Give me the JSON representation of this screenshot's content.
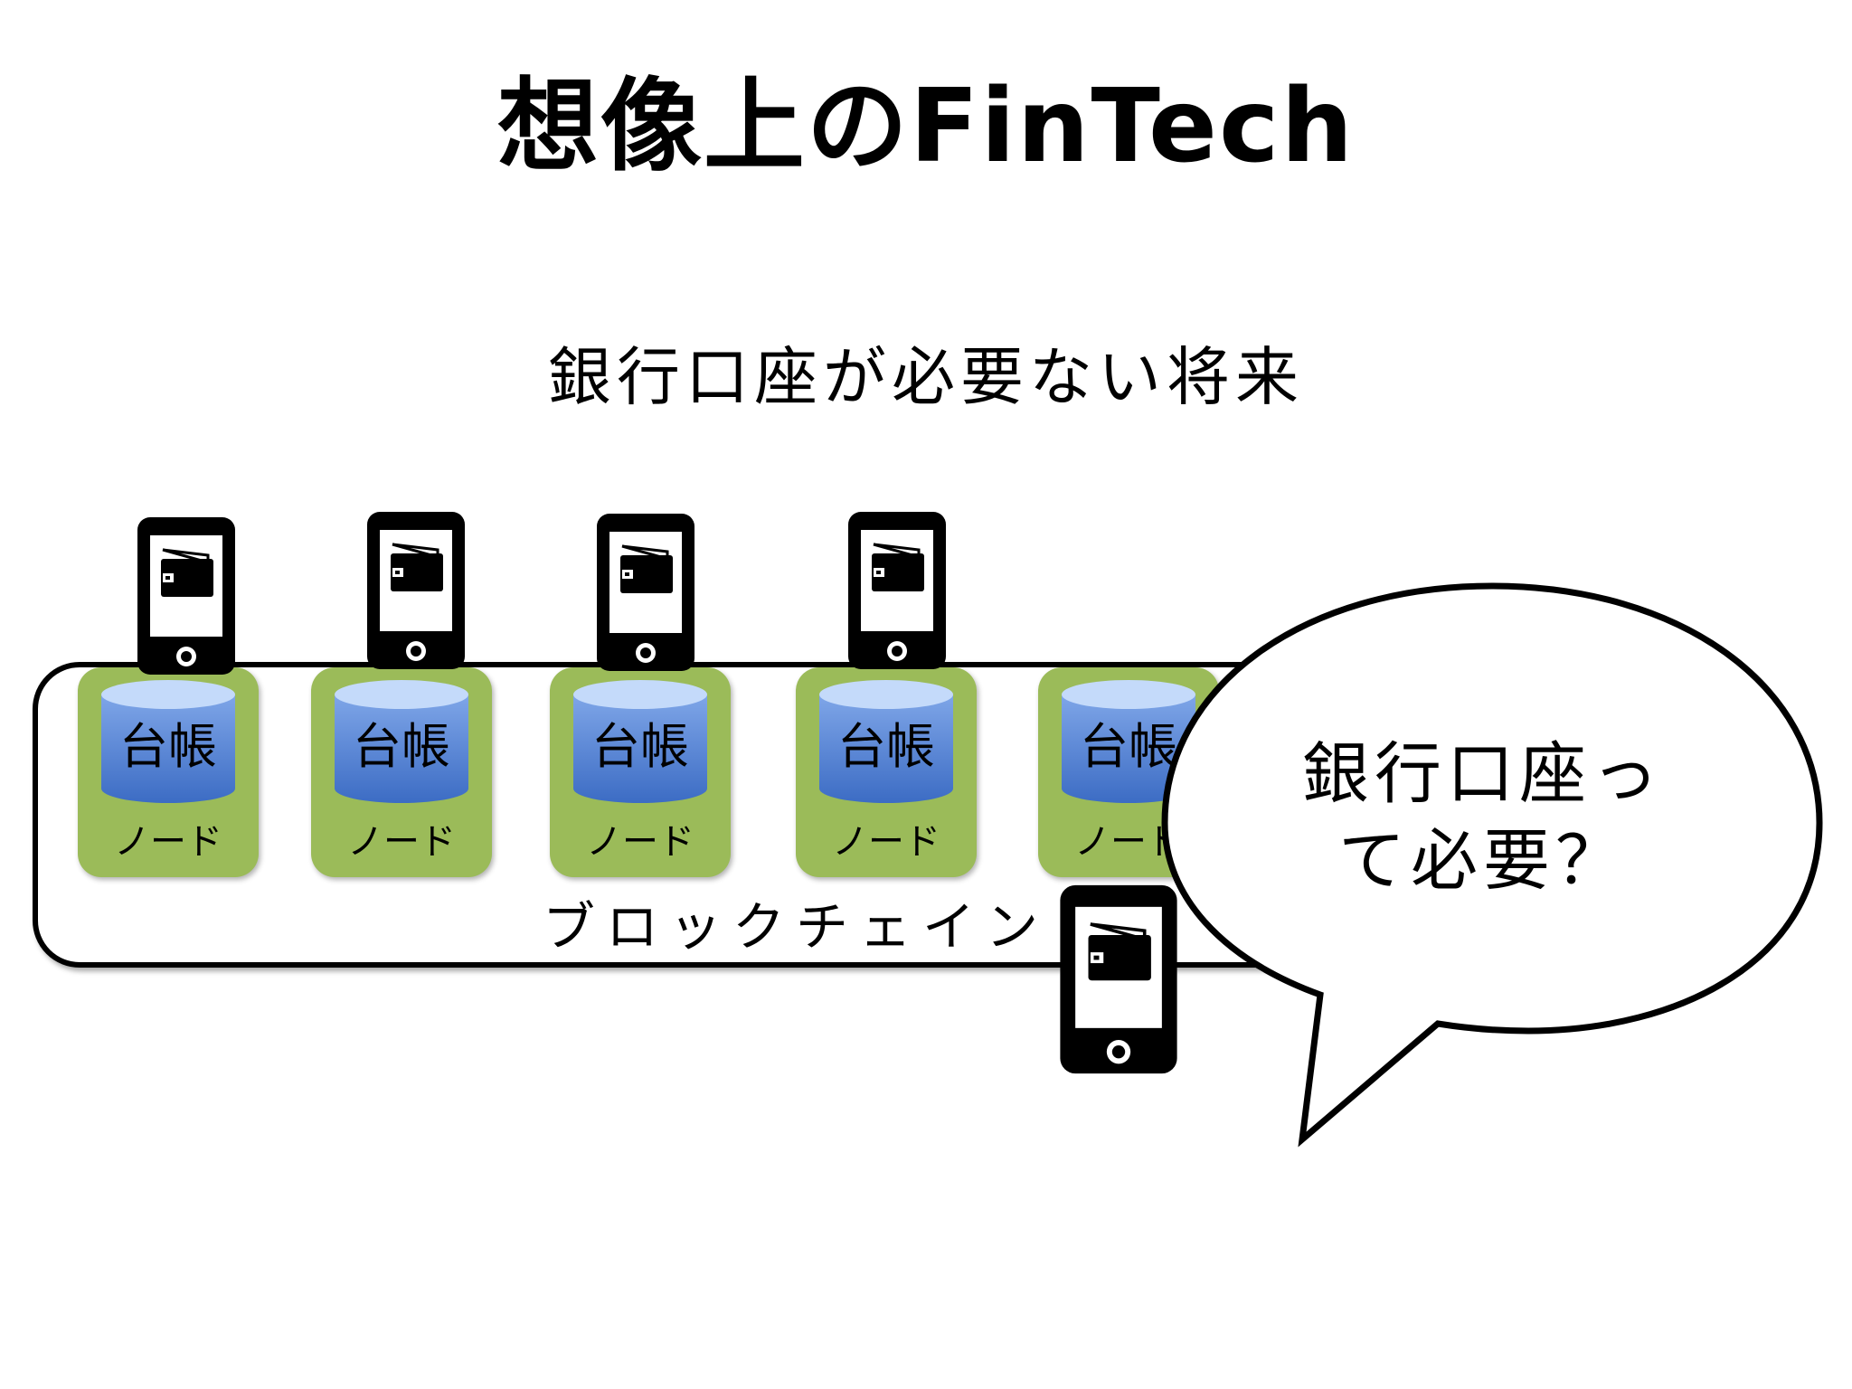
{
  "slide": {
    "title": "想像上のFinTech",
    "subtitle": "銀行口座が必要ない将来"
  },
  "blockchain": {
    "label": "ブロックチェイン",
    "nodes": [
      {
        "ledger": "台帳",
        "label": "ノード"
      },
      {
        "ledger": "台帳",
        "label": "ノード"
      },
      {
        "ledger": "台帳",
        "label": "ノード"
      },
      {
        "ledger": "台帳",
        "label": "ノード"
      },
      {
        "ledger": "台帳",
        "label": "ノード"
      }
    ]
  },
  "bubble": {
    "line1": "銀行口座っ",
    "line2": "て必要？"
  },
  "icons": {
    "phone": "smartphone-wallet-icon",
    "ledger": "database-cylinder-icon"
  },
  "colors": {
    "node_fill": "#9bbb59",
    "ledger_top": "#b8d0f5",
    "ledger_body": "#4f81d0"
  }
}
